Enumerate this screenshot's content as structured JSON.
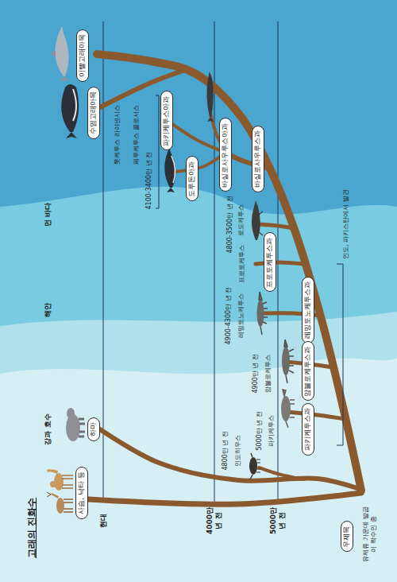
{
  "diagram": {
    "title": "고래의 진화수",
    "nodes": [
      {
        "text": [
          "이빨고래아목"
        ]
      },
      {
        "text": [
          "수염고래아목"
        ]
      },
      {
        "text": [
          "파키케투스아과"
        ]
      },
      {
        "text": [
          "도루돈아과"
        ]
      },
      {
        "text": [
          "바실로사우루스아과"
        ]
      },
      {
        "text": [
          "바실로사우루스과"
        ]
      },
      {
        "text": [
          "프로토케투스과"
        ]
      },
      {
        "text": [
          "레밍토노케투스과"
        ]
      },
      {
        "text": [
          "암불로케투스과"
        ]
      },
      {
        "text": [
          "파키케투스과"
        ]
      },
      {
        "text": [
          "사슴, 낙타 등"
        ]
      },
      {
        "text": [
          "하마"
        ]
      },
      {
        "text": [
          "우제목"
        ]
      }
    ],
    "labels": [
      "현대",
      "4000만 년 전",
      "5000만 년 전",
      "강과 호수",
      "해안",
      "먼 바다",
      "툿케투스 라야넨시스",
      "페루케투스 콜로서스",
      "4100-3400만 년 전",
      "4800-3500만 년 전",
      "로도케투스",
      "프로토케투스",
      "4900-4300만 년 전",
      "레밍토노케투스",
      "4900만 년 전",
      "암불로케투스",
      "5000만 년 전",
      "파키케투스",
      "4800만 년 전",
      "인도히우스",
      "인도, 파키스탄에서 발견",
      "유제류 가운데 발굽이 짝수인 종"
    ]
  }
}
